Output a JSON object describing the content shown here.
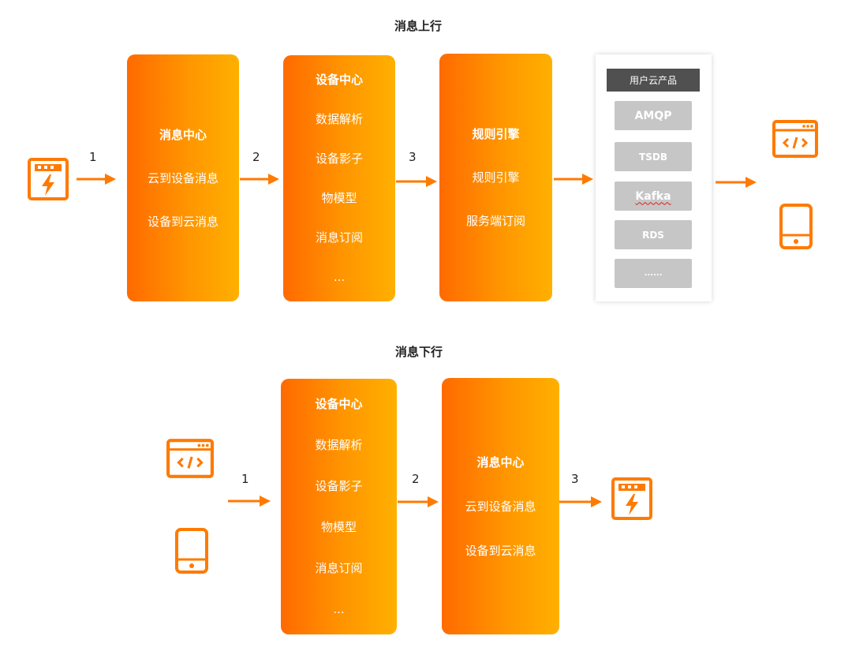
{
  "uplink": {
    "title": "消息上行",
    "steps": [
      "1",
      "2",
      "3"
    ],
    "message_center": {
      "title": "消息中心",
      "items": [
        "云到设备消息",
        "设备到云消息"
      ]
    },
    "device_center": {
      "title": "设备中心",
      "items": [
        "数据解析",
        "设备影子",
        "物模型",
        "消息订阅",
        "..."
      ]
    },
    "rule_engine": {
      "title": "规则引擎",
      "items": [
        "规则引擎",
        "服务端订阅"
      ]
    },
    "products": {
      "header": "用户云产品",
      "items": [
        "AMQP",
        "TSDB",
        "Kafka",
        "RDS",
        "......"
      ]
    }
  },
  "downlink": {
    "title": "消息下行",
    "steps": [
      "1",
      "2",
      "3"
    ],
    "device_center": {
      "title": "设备中心",
      "items": [
        "数据解析",
        "设备影子",
        "物模型",
        "消息订阅",
        "..."
      ]
    },
    "message_center": {
      "title": "消息中心",
      "items": [
        "云到设备消息",
        "设备到云消息"
      ]
    }
  },
  "icons": {
    "device": "device-bolt-icon",
    "app": "browser-code-icon",
    "mobile": "mobile-phone-icon"
  },
  "colors": {
    "accent": "#ff7a00",
    "gradient_start": "#ff6a00",
    "gradient_end": "#ffb000",
    "panel_header": "#505050",
    "panel_item": "#c6c6c6"
  }
}
